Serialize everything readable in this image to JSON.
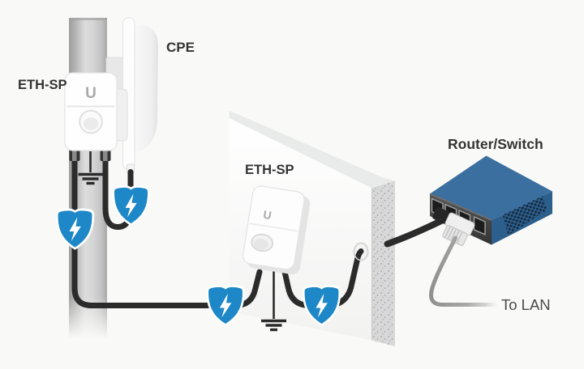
{
  "labels": {
    "pole_eth_sp": "ETH-SP",
    "cpe": "CPE",
    "wall_eth_sp": "ETH-SP",
    "router_switch": "Router/Switch",
    "to_lan": "To LAN"
  },
  "device_logo": "U",
  "icons": {
    "surge_shield": "shield-lightning-icon",
    "ground": "ground-symbol-icon"
  },
  "colors": {
    "background": "#f9f9f8",
    "label_text": "#333333",
    "label_secondary": "#4a4a4a",
    "shield_blue": "#1d87c8",
    "cable_black": "#2b2b2b",
    "lan_cable_gray": "#9a9a9a",
    "router_top_blue": "#3a6fa0",
    "router_side_blue": "#2d5f8d",
    "router_front_gray": "#474747",
    "vent_navy": "#15293d",
    "pole_gray": "#c9c9c9",
    "wall_white": "#fbfbfb",
    "wall_section_gray": "#d8d8d8",
    "device_white": "#fdfdfd"
  }
}
